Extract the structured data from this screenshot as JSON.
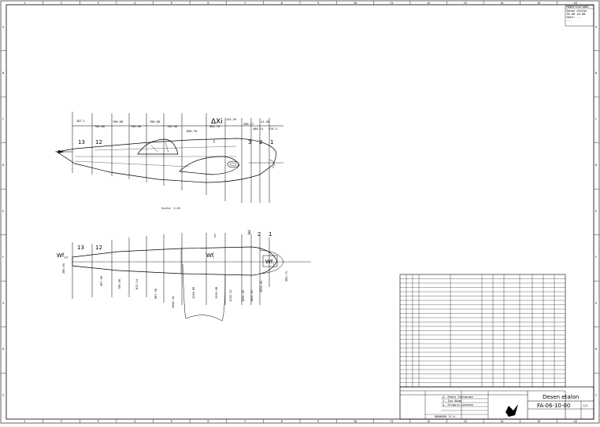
{
  "sheet": {
    "grid_columns": [
      "1",
      "2",
      "3",
      "4",
      "5",
      "6",
      "7",
      "8",
      "9",
      "10",
      "11",
      "12",
      "13",
      "14",
      "15",
      "16"
    ],
    "grid_rows": [
      "A",
      "B",
      "C",
      "D",
      "E",
      "F",
      "G",
      "H",
      "I"
    ]
  },
  "revision_box": {
    "header": "MODIFICATIONS",
    "lines": [
      "Desen etalon",
      "FA-06-10-00",
      "Date: ...",
      "..."
    ]
  },
  "side_view": {
    "delta_label": "ΔXi",
    "station_labels": [
      "13",
      "12",
      "i",
      "3",
      "2",
      "1"
    ],
    "top_dims": [
      "287.1",
      "706.08",
      "706.08",
      "706.08",
      "706.08",
      "706.08",
      "850.78",
      "560.78",
      "244.26",
      "208.17",
      "41.36",
      "366.74",
      "470.3"
    ],
    "scale": "Scale: 1:25"
  },
  "plan_view": {
    "station_labels": [
      "13",
      "12",
      "i",
      "3",
      "2",
      "1"
    ],
    "wf_labels": {
      "tail": "Wf",
      "tail_sub": "14",
      "mid": "Wf",
      "mid_sub": "i",
      "nose": "Wf",
      "nose_sub": "1"
    },
    "width_dims": [
      "280.05",
      "497.68",
      "706.08",
      "812.14",
      "867.38",
      "1040.14",
      "1130.88",
      "1130.88",
      "1114.31",
      "1081.65",
      "1081.81",
      "1032.05",
      "580.71"
    ]
  },
  "title_block": {
    "people": [
      "A. Pedro Fernandez",
      "I. Ion Adam",
      "A. Grigore Lateanu"
    ],
    "drawing_title": "Desen etalon",
    "drawing_number": "FA-06-10-00",
    "sheet_ref": "1/2",
    "company": "ROMAERO 1S.A."
  }
}
